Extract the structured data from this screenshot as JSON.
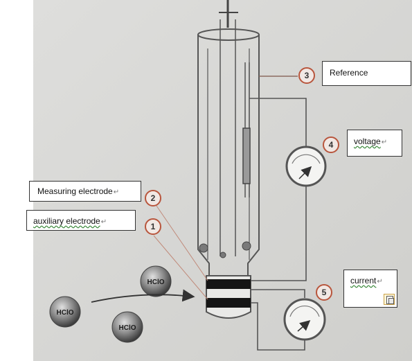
{
  "diagram": {
    "markers": {
      "m1": "1",
      "m2": "2",
      "m3": "3",
      "m4": "4",
      "m5": "5"
    },
    "molecules": {
      "left": "HClO",
      "top": "HClO",
      "bottom": "HClO"
    },
    "labels": {
      "reference": "Reference",
      "voltage": "voltage",
      "measuring_electrode": "Measuring electrode",
      "auxiliary_electrode": "auxiliary electrode",
      "current": "current"
    },
    "paragraph_mark": "↵"
  },
  "colors": {
    "photo_background": "#d6d6d4",
    "marker_ring": "#b8553c",
    "electrode_band": "#151515",
    "molecule": "#6e6e6e",
    "wire": "#555555"
  }
}
